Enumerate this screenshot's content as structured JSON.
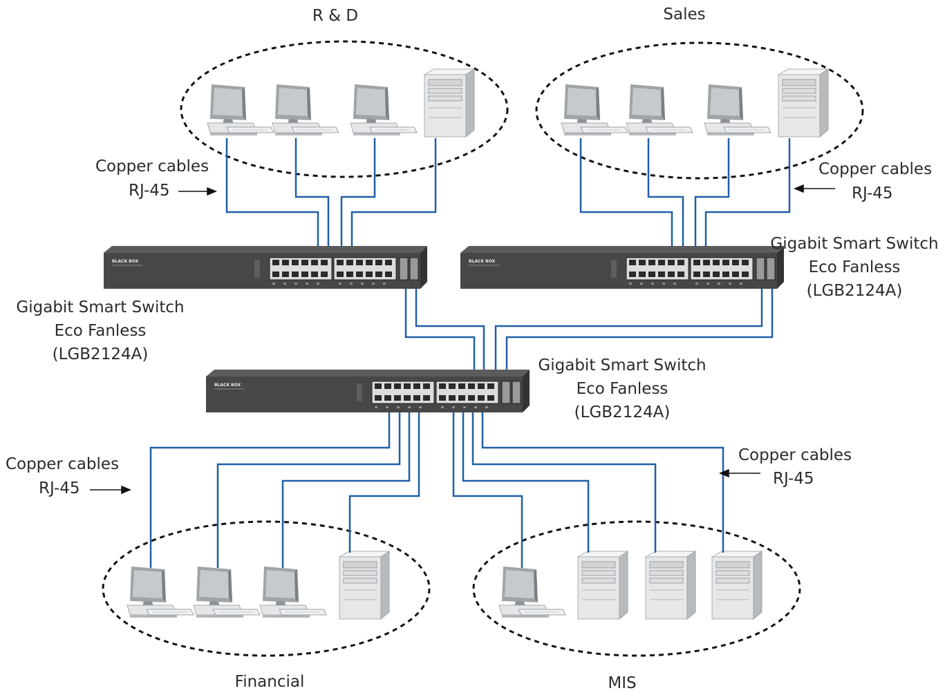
{
  "groups": {
    "rnd": "R & D",
    "sales": "Sales",
    "financial": "Financial",
    "mis": "MIS"
  },
  "cable_labels": {
    "line1": "Copper cables",
    "line2": "RJ-45"
  },
  "switch_labels": {
    "line1": "Gigabit Smart Switch",
    "line2": "Eco Fanless",
    "line3": "(LGB2124A)"
  },
  "switch_brand": "BLACK BOX",
  "colors": {
    "cable": "#1f5fa8",
    "switch_body": "#474747",
    "switch_top": "#5a5a5a",
    "dashed_group": "#111111",
    "text": "#2b2b2b"
  },
  "icons": [
    "desktop-computer-icon",
    "tower-server-icon",
    "network-switch-icon",
    "arrow-icon"
  ]
}
